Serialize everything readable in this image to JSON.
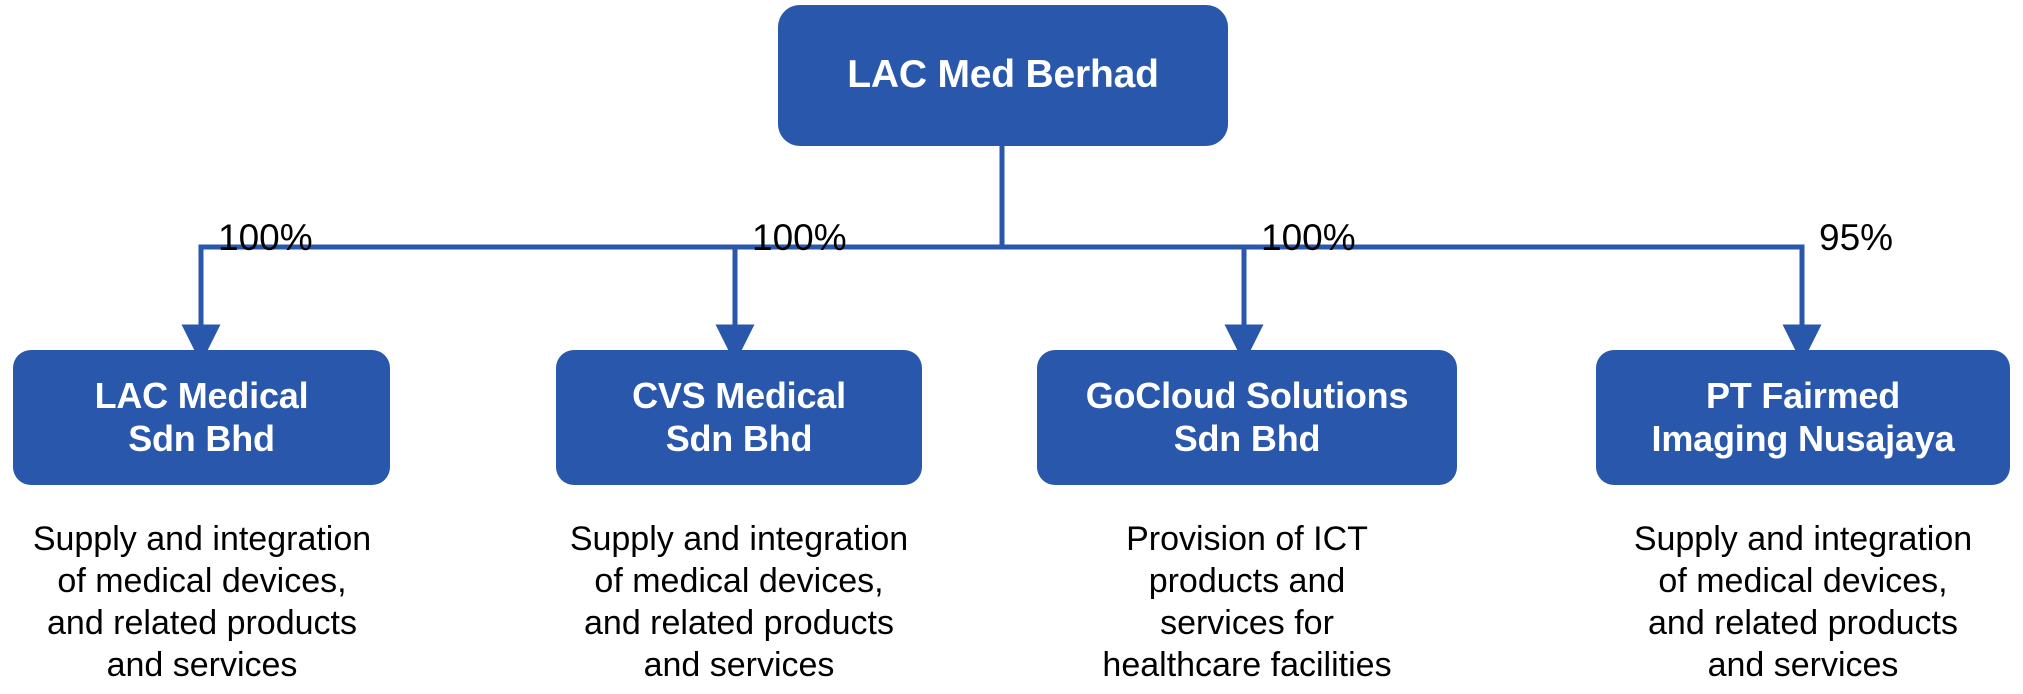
{
  "diagram": {
    "type": "organizational-chart",
    "accent_color": "#2857AC",
    "box_text_color": "#ffffff",
    "caption_text_color": "#000000",
    "background_color": "#ffffff",
    "root": {
      "label": "LAC Med Berhad"
    },
    "children": [
      {
        "label": "LAC Medical\nSdn Bhd",
        "ownership": "100%",
        "caption": "Supply and integration\nof medical devices,\nand related products\nand services"
      },
      {
        "label": "CVS Medical\nSdn Bhd",
        "ownership": "100%",
        "caption": "Supply and integration\nof medical devices,\nand related products\nand services"
      },
      {
        "label": "GoCloud Solutions\nSdn Bhd",
        "ownership": "100%",
        "caption": "Provision of ICT\nproducts and\nservices for\nhealthcare facilities"
      },
      {
        "label": "PT Fairmed\nImaging Nusajaya",
        "ownership": "95%",
        "caption": "Supply and integration\nof medical devices,\nand related products\nand services"
      }
    ]
  }
}
